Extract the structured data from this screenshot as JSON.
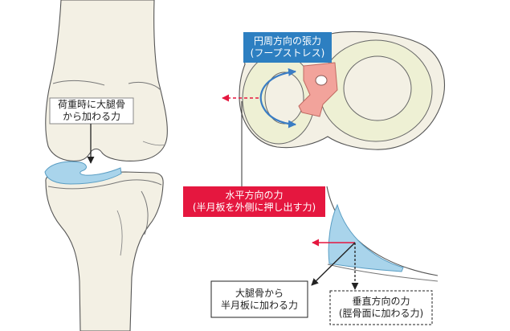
{
  "labels": {
    "femur_load": {
      "line1": "荷重時に大腿骨",
      "line2": "から加わる力"
    },
    "hoop_stress": {
      "line1": "円周方向の張力",
      "line2": "(フープストレス)"
    },
    "horizontal_force": {
      "line1": "水平方向の力",
      "line2": "(半月板を外側に押し出す力)"
    },
    "femur_to_meniscus": {
      "line1": "大腿骨から",
      "line2": "半月板に加わる力"
    },
    "vertical_force": {
      "line1": "垂直方向の力",
      "line2": "(脛骨面に加わる力)"
    }
  },
  "colors": {
    "bone": "#f3f0e4",
    "meniscus_blue": "#a9d4eb",
    "meniscus_top_view": "#eef0d4",
    "hoop_label_bg": "#2d7fc1",
    "horizontal_label_bg": "#e5173f",
    "central_area": "#f2a39b",
    "arrow_red": "#e5173f",
    "arrow_blue": "#3a7dc4"
  }
}
